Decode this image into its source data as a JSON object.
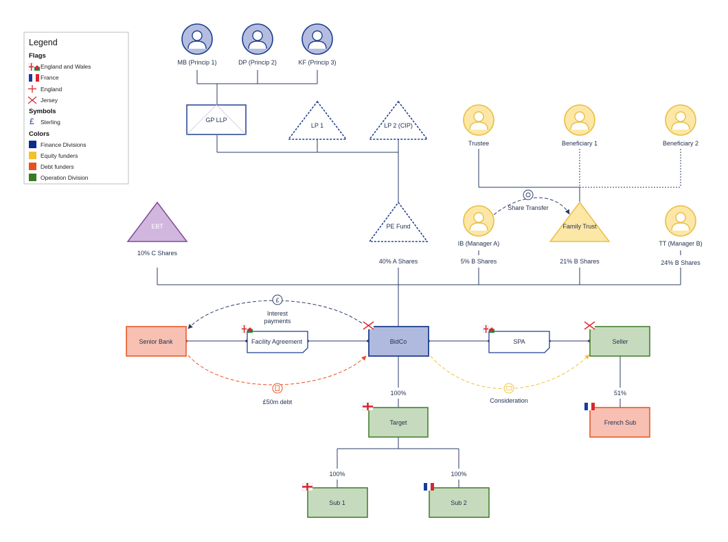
{
  "legend": {
    "title": "Legend",
    "flags_heading": "Flags",
    "flags": [
      "England and Wales",
      "France",
      "England",
      "Jersey"
    ],
    "symbols_heading": "Symbols",
    "symbols": [
      "Sterling"
    ],
    "colors_heading": "Colors",
    "colors": [
      {
        "label": "Finance Divisions",
        "color": "#0a2d8a"
      },
      {
        "label": "Equity funders",
        "color": "#f2c12e"
      },
      {
        "label": "Debt funders",
        "color": "#e8501c"
      },
      {
        "label": "Operation Division",
        "color": "#3a7a25"
      }
    ]
  },
  "people": {
    "mb": "MB (Princip 1)",
    "dp": "DP (Princip 2)",
    "kf": "KF (Princip 3)",
    "trustee": "Trustee",
    "ben1": "Beneficiary 1",
    "ben2": "Beneficiary 2",
    "ib": "IB (Manager A)",
    "tt": "TT (Manager B)"
  },
  "entities": {
    "gp_llp": "GP LLP",
    "lp1": "LP 1",
    "lp2": "LP 2 (CIP)",
    "ebt": "EBT",
    "pe_fund": "PE Fund",
    "family_trust": "Family Trust",
    "senior_bank": "Senior Bank",
    "facility": "Facility Agreement",
    "bidco": "BidCo",
    "spa": "SPA",
    "seller": "Seller",
    "target": "Target",
    "french_sub": "French Sub",
    "sub1": "Sub 1",
    "sub2": "Sub 2"
  },
  "labels": {
    "ebt_shares": "10% C Shares",
    "pe_shares": "40% A Shares",
    "ib_shares": "5% B Shares",
    "ft_shares": "21% B Shares",
    "tt_shares": "24% B Shares",
    "share_transfer": "Share Transfer",
    "interest_1": "Interest",
    "interest_2": "payments",
    "debt": "£50m debt",
    "consideration": "Consideration",
    "target_pct": "100%",
    "french_pct": "51%",
    "sub1_pct": "100%",
    "sub2_pct": "100%"
  },
  "colors": {
    "navy": "#1f3f8f",
    "person_fill": "#b4bde0",
    "yellow_fill": "#fde7a6",
    "yellow_stroke": "#e8bf45",
    "purple_fill": "#d1b6de",
    "red_fill": "#f7c0b3",
    "red_stroke": "#e8501c",
    "green_fill": "#c6dbbd",
    "green_stroke": "#3a7a25",
    "bidco_fill": "#b0badf"
  }
}
